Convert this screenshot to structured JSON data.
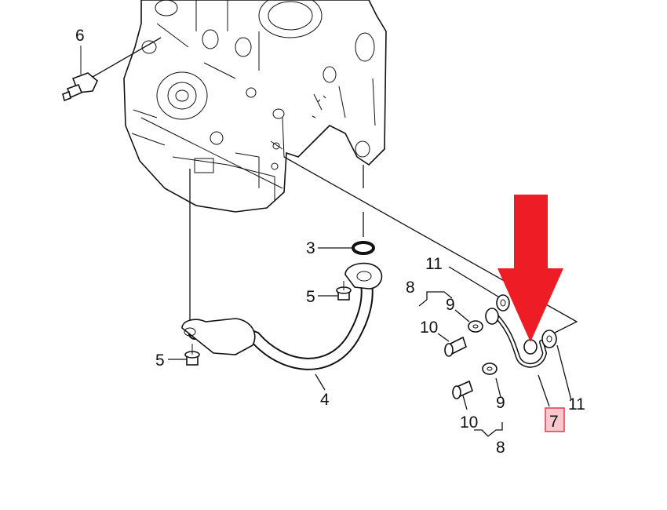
{
  "callouts": {
    "c3": "3",
    "c4": "4",
    "c5a": "5",
    "c5b": "5",
    "c6": "6",
    "c7": "7",
    "c8a": "8",
    "c8b": "8",
    "c9a": "9",
    "c9b": "9",
    "c10a": "10",
    "c10b": "10",
    "c11a": "11",
    "c11b": "11"
  },
  "colors": {
    "arrow": "#ee1c25",
    "highlight_fill": "#f8c8cc",
    "highlight_stroke": "#e03a48",
    "line": "#111111"
  },
  "highlighted_part": "7"
}
